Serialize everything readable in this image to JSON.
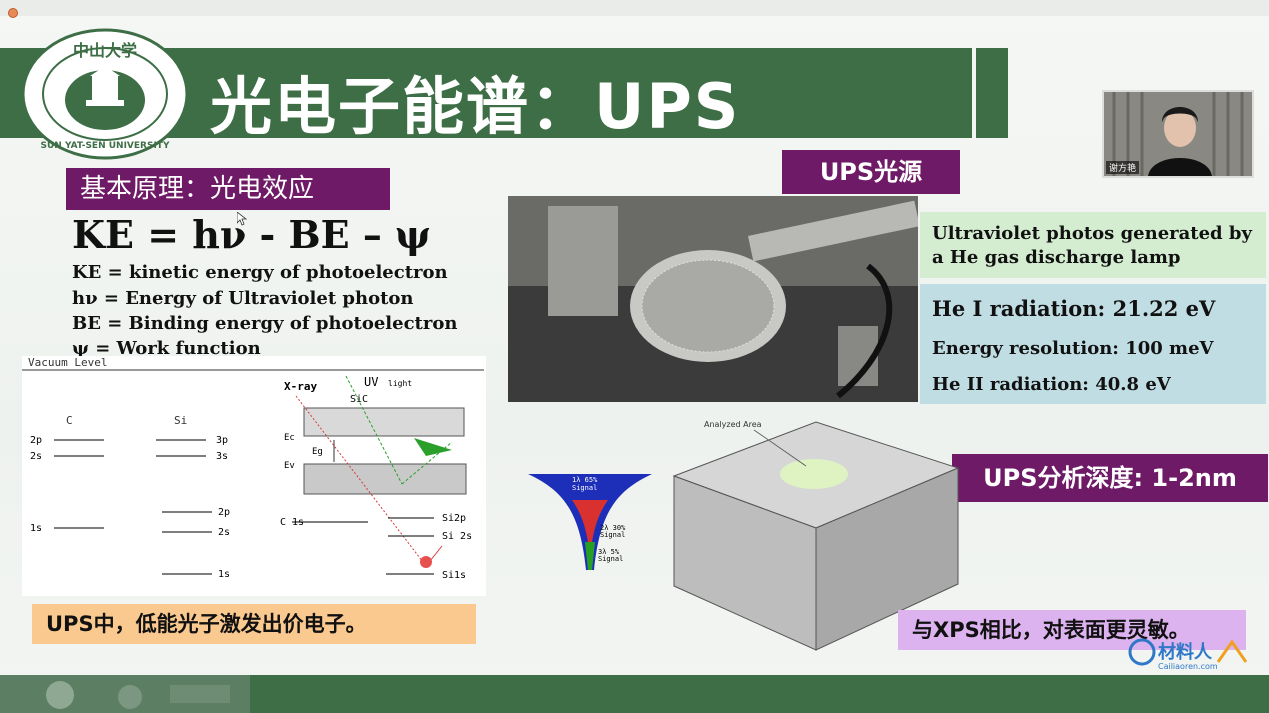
{
  "title": "光电子能谱：UPS",
  "logo": {
    "name_cn": "中山大学",
    "name_en": "SUN YAT-SEN UNIVERSITY"
  },
  "principle": {
    "label": "基本原理：光电效应",
    "equation": "KE = hν - BE – ψ",
    "definitions": [
      "KE = kinetic energy of photoelectron",
      "hν = Energy of Ultraviolet photon",
      "BE = Binding energy of photoelectron",
      "ψ = Work function"
    ]
  },
  "energy_diagram": {
    "vacuum_level": "Vacuum Level",
    "col_c": "C",
    "col_si": "Si",
    "levels_c": [
      "2p",
      "2s",
      "1s"
    ],
    "levels_si": [
      "3p",
      "3s",
      "2p",
      "2s",
      "1s"
    ],
    "xray": "X-ray",
    "uv": "UV",
    "uv_sub": "light",
    "sic": "SiC",
    "ec": "Ec",
    "eg": "Eg",
    "ev": "Ev",
    "c1s": "C 1s",
    "si2p": "Si2p",
    "si2s": "Si 2s",
    "si1s": "Si1s"
  },
  "ups_note": "UPS中，低能光子激发出价电子。",
  "source": {
    "label": "UPS光源",
    "description": "Ultraviolet photos generated by a He gas discharge lamp",
    "he1": "He I radiation: 21.22 eV",
    "resolution": "Energy resolution: 100 meV",
    "he2": "He II radiation: 40.8 eV"
  },
  "depth": {
    "label": "UPS分析深度: 1-2nm",
    "funnel": [
      {
        "level": "1λ 65%",
        "sub": "Signal"
      },
      {
        "level": "2λ 30%",
        "sub": "Signal"
      },
      {
        "level": "3λ 5%",
        "sub": "Signal"
      }
    ],
    "analyzed_area": "Analyzed Area"
  },
  "compare_note": "与XPS相比，对表面更灵敏。",
  "video": {
    "participant_name": "谢方艳"
  },
  "watermark": {
    "brand": "材料人",
    "domain": "Cailiaoren.com"
  },
  "colors": {
    "green_band": "#3d6e46",
    "purple_label": "#6e1a66",
    "orange_note": "#f9c98f",
    "lilac_note": "#dcb3ee"
  }
}
